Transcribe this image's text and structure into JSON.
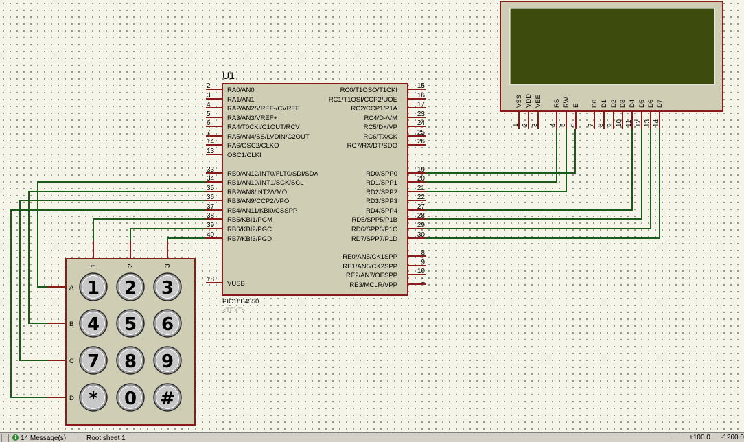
{
  "mcu": {
    "ref": "U1",
    "part": "PIC18F4550",
    "text_placeholder": "<TEXT>",
    "left_pins": [
      {
        "num": "2",
        "label": "RA0/AN0"
      },
      {
        "num": "3",
        "label": "RA1/AN1"
      },
      {
        "num": "4",
        "label": "RA2/AN2/VREF-/CVREF"
      },
      {
        "num": "5",
        "label": "RA3/AN3/VREF+"
      },
      {
        "num": "6",
        "label": "RA4/T0CKI/C1OUT/RCV"
      },
      {
        "num": "7",
        "label": "RA5/AN4/SS/LVDIN/C2OUT"
      },
      {
        "num": "14",
        "label": "RA6/OSC2/CLKO"
      },
      {
        "num": "13",
        "label": "OSC1/CLKI"
      },
      {
        "num": "33",
        "label": "RB0/AN12/INT0/FLT0/SDI/SDA"
      },
      {
        "num": "34",
        "label": "RB1/AN10/INT1/SCK/SCL"
      },
      {
        "num": "35",
        "label": "RB2/AN8/INT2/VMO"
      },
      {
        "num": "36",
        "label": "RB3/AN9/CCP2/VPO"
      },
      {
        "num": "37",
        "label": "RB4/AN11/KBI0/CSSPP"
      },
      {
        "num": "38",
        "label": "RB5/KBI1/PGM"
      },
      {
        "num": "39",
        "label": "RB6/KBI2/PGC"
      },
      {
        "num": "40",
        "label": "RB7/KBI3/PGD"
      },
      {
        "num": "18",
        "label": "VUSB"
      }
    ],
    "right_pins": [
      {
        "num": "15",
        "label": "RC0/T1OSO/T1CKI"
      },
      {
        "num": "16",
        "label": "RC1/T1OSI/CCP2/UOE"
      },
      {
        "num": "17",
        "label": "RC2/CCP1/P1A"
      },
      {
        "num": "23",
        "label": "RC4/D-/VM"
      },
      {
        "num": "24",
        "label": "RC5/D+/VP"
      },
      {
        "num": "25",
        "label": "RC6/TX/CK"
      },
      {
        "num": "26",
        "label": "RC7/RX/DT/SDO"
      },
      {
        "num": "19",
        "label": "RD0/SPP0"
      },
      {
        "num": "20",
        "label": "RD1/SPP1"
      },
      {
        "num": "21",
        "label": "RD2/SPP2"
      },
      {
        "num": "22",
        "label": "RD3/SPP3"
      },
      {
        "num": "27",
        "label": "RD4/SPP4"
      },
      {
        "num": "28",
        "label": "RD5/SPP5/P1B"
      },
      {
        "num": "29",
        "label": "RD6/SPP6/P1C"
      },
      {
        "num": "30",
        "label": "RD7/SPP7/P1D"
      },
      {
        "num": "8",
        "label": "RE0/AN5/CK1SPP"
      },
      {
        "num": "9",
        "label": "RE1/AN6/CK2SPP"
      },
      {
        "num": "10",
        "label": "RE2/AN7/OESPP"
      },
      {
        "num": "1",
        "label": "RE3/MCLR/VPP"
      }
    ]
  },
  "lcd": {
    "pins": [
      {
        "num": "1",
        "label": "VSS"
      },
      {
        "num": "2",
        "label": "VDD"
      },
      {
        "num": "3",
        "label": "VEE"
      },
      {
        "num": "4",
        "label": "RS"
      },
      {
        "num": "5",
        "label": "RW"
      },
      {
        "num": "6",
        "label": "E"
      },
      {
        "num": "7",
        "label": "D0"
      },
      {
        "num": "8",
        "label": "D1"
      },
      {
        "num": "9",
        "label": "D2"
      },
      {
        "num": "10",
        "label": "D3"
      },
      {
        "num": "11",
        "label": "D4"
      },
      {
        "num": "12",
        "label": "D5"
      },
      {
        "num": "13",
        "label": "D6"
      },
      {
        "num": "14",
        "label": "D7"
      }
    ],
    "screen_color": "#3d4c0c"
  },
  "keypad": {
    "col_labels": [
      "1",
      "2",
      "3"
    ],
    "row_labels": [
      "A",
      "B",
      "C",
      "D"
    ],
    "keys": [
      "1",
      "2",
      "3",
      "4",
      "5",
      "6",
      "7",
      "8",
      "9",
      "*",
      "0",
      "#"
    ]
  },
  "status_bar": {
    "messages": "14 Message(s)",
    "sheet": "Root sheet 1",
    "coord_x": "+100.0",
    "coord_y": "-1200.0"
  },
  "colors": {
    "component_outline": "#8b1a1a",
    "component_fill": "#cfcdb4",
    "wire": "#1c5a1c",
    "pin": "#8b1a1a"
  }
}
